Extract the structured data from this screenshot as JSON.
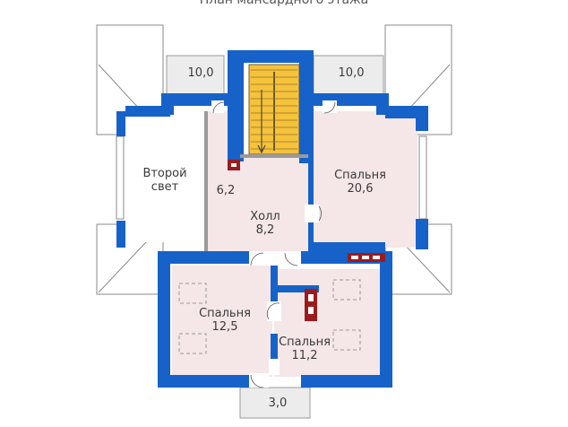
{
  "plan": {
    "title": "План мансардного этажа",
    "colors": {
      "wall": "#1762c8",
      "room_fill": "#f5e6e8",
      "terrace_fill": "#ececec",
      "roof_fill": "#ffffff",
      "stair_fill": "#f5c23a",
      "chimney": "#9b1c1c"
    },
    "rooms": [
      {
        "id": "second-light",
        "name": "Второй",
        "name2": "свет"
      },
      {
        "id": "corridor",
        "area": "6,2"
      },
      {
        "id": "hall",
        "name": "Холл",
        "area": "8,2"
      },
      {
        "id": "bedroom-1",
        "name": "Спальня",
        "area": "20,6"
      },
      {
        "id": "bedroom-2",
        "name": "Спальня",
        "area": "12,5"
      },
      {
        "id": "bedroom-3",
        "name": "Спальня",
        "area": "11,2"
      }
    ],
    "terraces": [
      {
        "id": "terrace-left",
        "area": "10,0"
      },
      {
        "id": "terrace-right",
        "area": "10,0"
      },
      {
        "id": "balcony-bottom",
        "area": "3,0"
      }
    ]
  }
}
